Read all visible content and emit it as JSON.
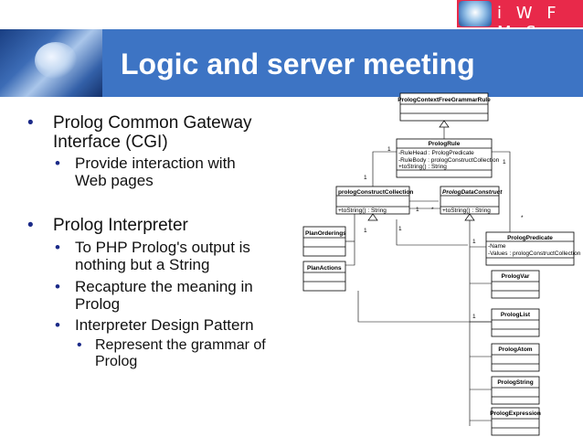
{
  "brand": {
    "text": "i W F M S"
  },
  "title": "Logic and server meeting",
  "bullets": [
    {
      "level": 1,
      "lines": [
        "Prolog Common Gateway",
        "Interface (CGI)"
      ]
    },
    {
      "level": 2,
      "lines": [
        "Provide interaction with",
        "Web pages"
      ]
    },
    {
      "level": 1,
      "lines": [
        "Prolog Interpreter"
      ]
    },
    {
      "level": 2,
      "lines": [
        "To PHP Prolog's output is",
        "nothing but a String"
      ]
    },
    {
      "level": 2,
      "lines": [
        "Recapture the meaning in",
        "Prolog"
      ]
    },
    {
      "level": 2,
      "lines": [
        "Interpreter Design Pattern"
      ]
    },
    {
      "level": 3,
      "lines": [
        "Represent the grammar of",
        "Prolog"
      ]
    }
  ],
  "diagram": {
    "classes": {
      "grammar_rule": {
        "name": "PrologContextFreeGrammarRule"
      },
      "prolog_rule": {
        "name": "PrologRule",
        "attrs": [
          "-RuleHead : PrologPredicate",
          "-RuleBody : prologConstructCollection",
          "+toString() : String"
        ]
      },
      "construct_collection": {
        "name": "prologConstructCollection",
        "op": "+toString() : String"
      },
      "data_construct": {
        "name": "PrologDataConstruct",
        "op": "+toString() : String"
      },
      "plan_orderings": {
        "name": "PlanOrderings"
      },
      "plan_actions": {
        "name": "PlanActions"
      },
      "predicate": {
        "name": "PrologPredicate",
        "attrs": [
          "-Name",
          "-Values : prologConstructCollection"
        ]
      },
      "var": {
        "name": "PrologVar"
      },
      "list": {
        "name": "PrologList"
      },
      "atom": {
        "name": "PrologAtom"
      },
      "string": {
        "name": "PrologString"
      },
      "expression": {
        "name": "PrologExpression"
      }
    },
    "multiplicities": {
      "m_rule_left": "1",
      "m_rule_right": "1",
      "m_coll_top": "1",
      "m_coll_right": "1",
      "m_data_left": "*",
      "m_plan_order": "1",
      "m_below_coll": "1",
      "m_data_star": "*",
      "m_pred_left": "1",
      "m_list_left": "1"
    }
  }
}
